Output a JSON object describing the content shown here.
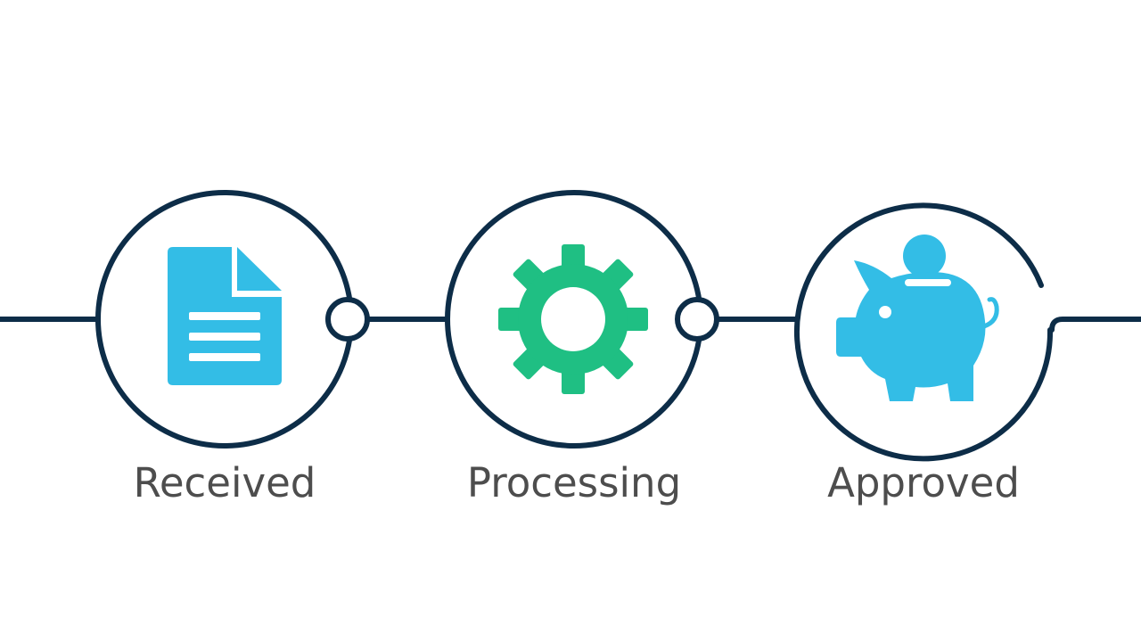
{
  "colors": {
    "line": "#0d2d48",
    "document": "#33bde6",
    "gear": "#1fbf83",
    "piggy": "#33bde6",
    "label": "#4d4d4d",
    "background": "#ffffff"
  },
  "steps": [
    {
      "label": "Received",
      "icon": "document-icon"
    },
    {
      "label": "Processing",
      "icon": "gear-icon"
    },
    {
      "label": "Approved",
      "icon": "piggy-bank-icon"
    }
  ]
}
